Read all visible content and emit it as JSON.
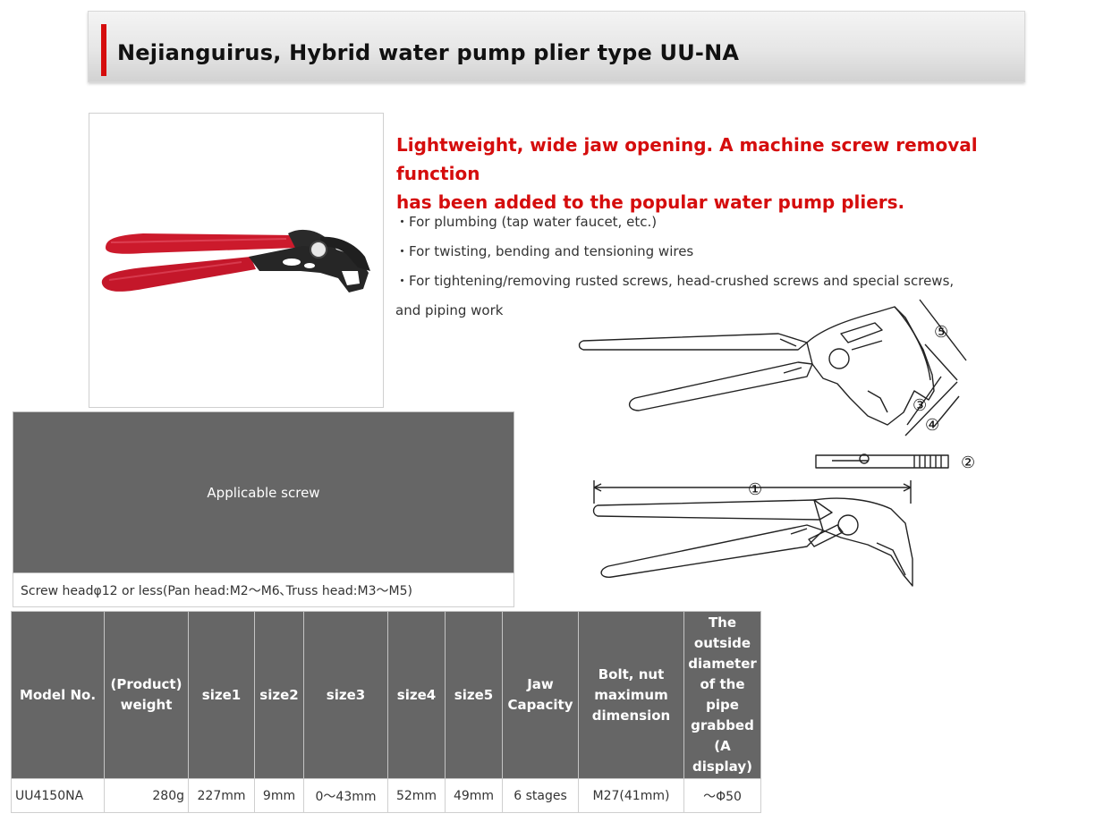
{
  "title": "Nejianguirus, Hybrid water pump plier type UU-NA",
  "colors": {
    "accent": "#d50d0d",
    "header_bg": "#666666",
    "handle": "#cc1a2c",
    "steel": "#2a2a2a"
  },
  "headline": {
    "line1": "Lightweight, wide jaw opening. A machine screw removal function",
    "line2": "has been added to the popular water pump pliers."
  },
  "features": [
    "・For plumbing (tap water faucet, etc.)",
    "・For twisting, bending and tensioning wires",
    "・For tightening/removing rusted screws, head-crushed screws and special screws,",
    "and piping work"
  ],
  "diagram_labels": [
    "①",
    "②",
    "③",
    "④",
    "⑤"
  ],
  "applicable_screw": {
    "header": "Applicable screw",
    "value": "Screw headφ12 or less(Pan head:M2～M6､Truss head:M3～M5)"
  },
  "spec_table": {
    "headers": [
      "Model No.",
      "(Product) weight",
      "size1",
      "size2",
      "size3",
      "size4",
      "size5",
      "Jaw Capacity",
      "Bolt, nut maximum dimension",
      "The outside diameter of the pipe grabbed (A display)"
    ],
    "rows": [
      [
        "UU4150NA",
        "280g",
        "227mm",
        "9mm",
        "0～43mm",
        "52mm",
        "49mm",
        "6 stages",
        "M27(41mm)",
        "～Φ50"
      ]
    ]
  }
}
